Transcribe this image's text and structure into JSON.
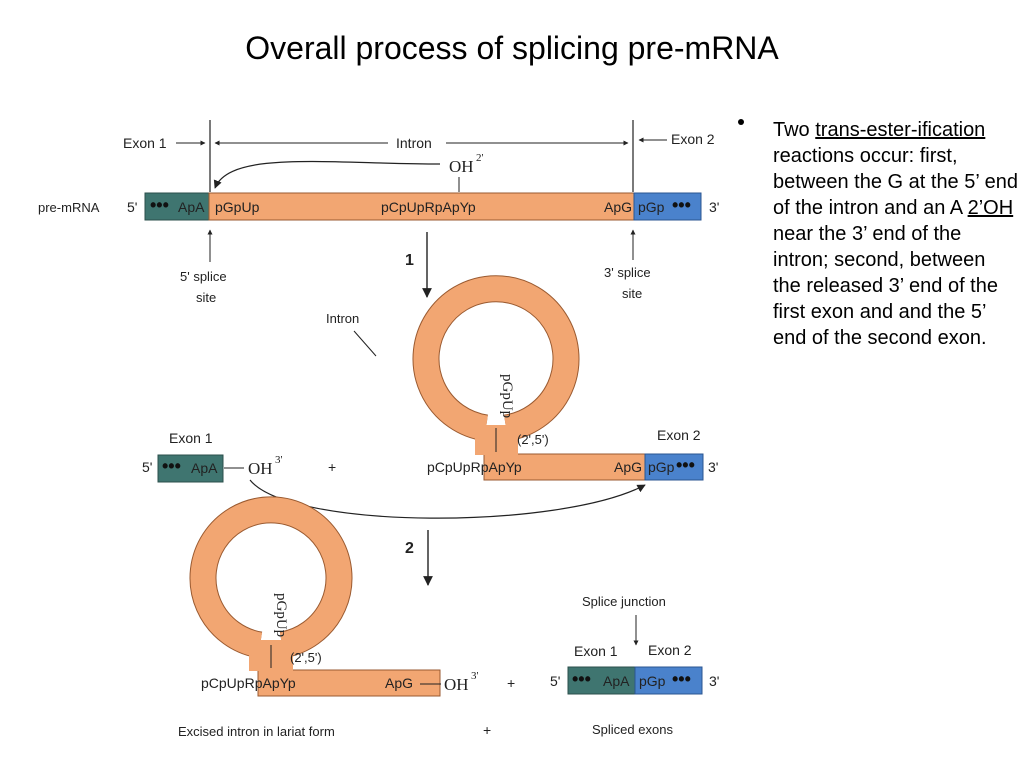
{
  "title": "Overall process of splicing pre-mRNA",
  "side_text": {
    "w1": "Two ",
    "u1": "trans-ester-ification",
    "w2": " reactions occur: first, between the G at the 5’ end of the intron and an A ",
    "u2": "2’OH",
    "w3": " near the 3’ end of the intron; second, between the released 3’ end of the first exon and and the 5’ end of the second exon."
  },
  "colors": {
    "exon1": "#3f7570",
    "exon2": "#4a82cc",
    "intron": "#f2a672",
    "intron_stroke": "#9a5a30",
    "line": "#222222"
  },
  "diagram": {
    "top": {
      "exon1_label": "Exon 1",
      "intron_label": "Intron",
      "exon2_label": "Exon 2",
      "oh": "OH",
      "oh_sup": "2'",
      "pre_mrna": "pre-mRNA",
      "five_prime": "5'",
      "three_prime": "3'",
      "exon1_seq": "ApA",
      "intron_start": "pGpUp",
      "intron_mid": "pCpUpRpApYp",
      "intron_end": "ApG",
      "exon2_seq": "pGp",
      "dots": "•••",
      "splice5_line1": "5' splice",
      "splice5_line2": "site",
      "splice3_line1": "3' splice",
      "splice3_line2": "site"
    },
    "step1": "1",
    "middle": {
      "intron_label": "Intron",
      "lariat_seq": "pGpUp",
      "branch": "(2',5')",
      "exon1_label": "Exon 1",
      "exon2_label": "Exon 2",
      "five_prime": "5'",
      "three_prime": "3'",
      "exon1_seq": "ApA",
      "oh": "OH",
      "oh_sup": "3'",
      "plus": "+",
      "tail_seq": "pCpUpRpApYp",
      "intron_end": "ApG",
      "exon2_seq": "pGp",
      "dots": "•••"
    },
    "step2": "2",
    "bottom": {
      "lariat_seq": "pGpUp",
      "branch": "(2',5')",
      "tail_seq": "pCpUpRpApYp",
      "intron_end": "ApG",
      "oh": "OH",
      "oh_sup": "3'",
      "plus": "+",
      "splice_junction": "Splice junction",
      "exon1_label": "Exon 1",
      "exon2_label": "Exon 2",
      "five_prime": "5'",
      "three_prime": "3'",
      "exon1_seq": "ApA",
      "exon2_seq": "pGp",
      "dots": "•••",
      "caption_left": "Excised intron in lariat form",
      "caption_plus": "+",
      "caption_right": "Spliced exons"
    }
  }
}
